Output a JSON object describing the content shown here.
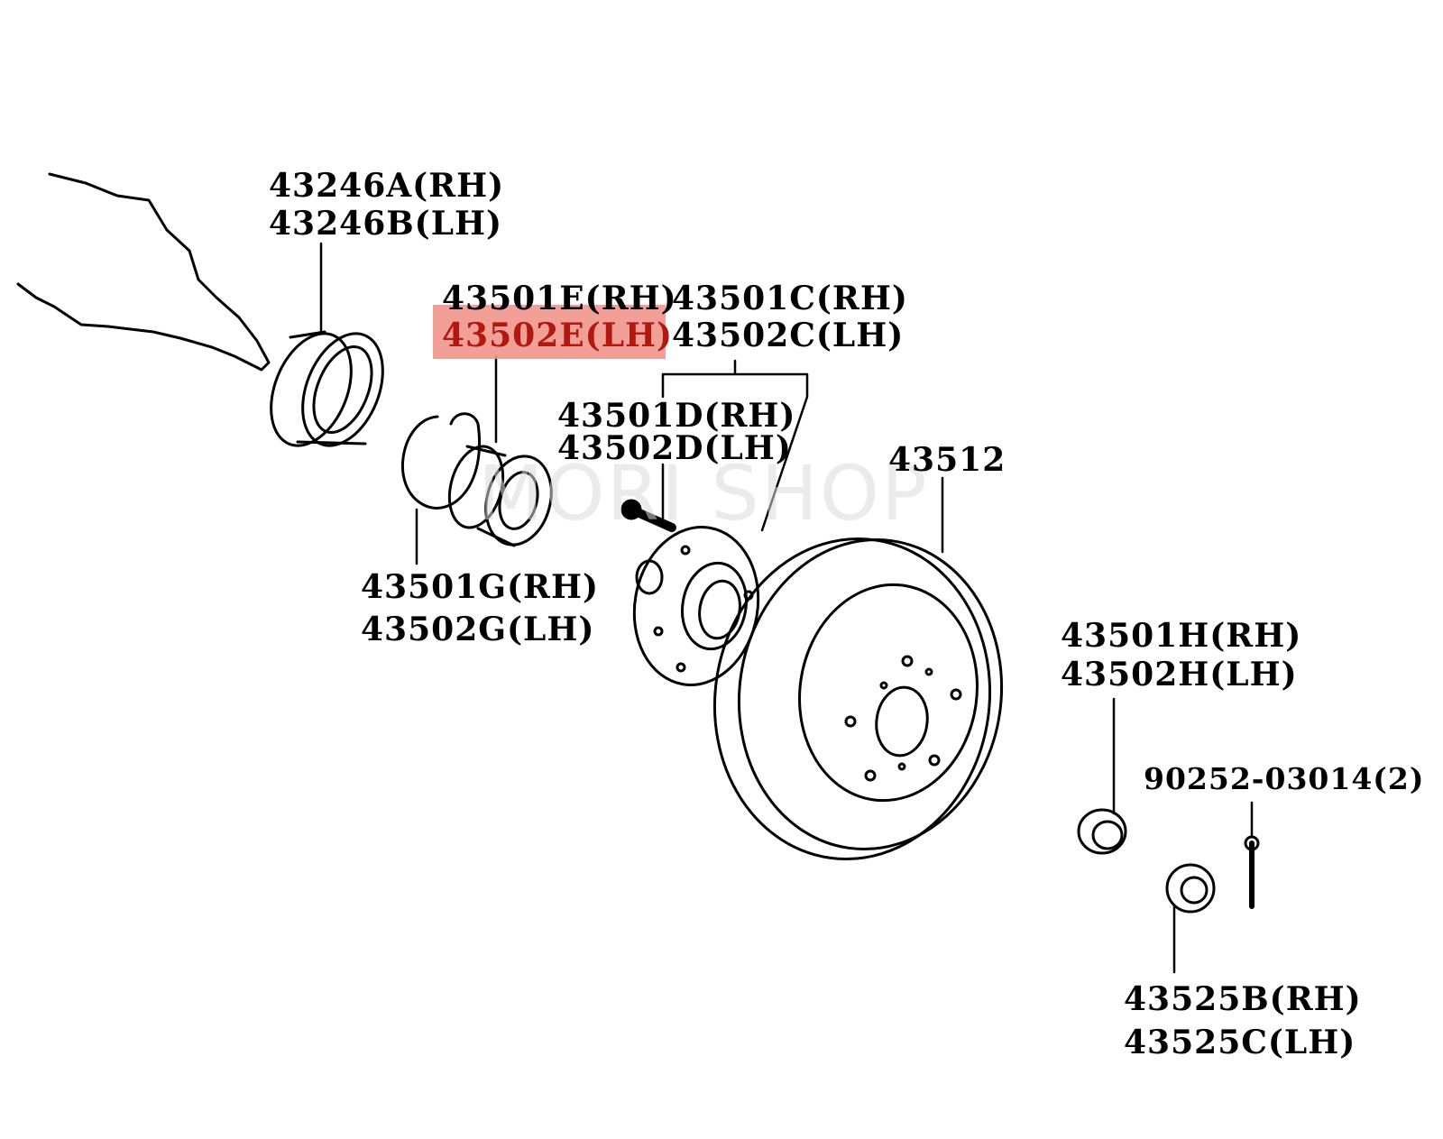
{
  "watermark": "MORI SHOP",
  "highlight_color": "#f0958c",
  "parts": {
    "p43246": [
      "43246A(RH)",
      "43246B(LH)"
    ],
    "p43501e": [
      "43501E(RH)",
      "43502E(LH)"
    ],
    "p43501c": [
      "43501C(RH)",
      "43502C(LH)"
    ],
    "p43501d": [
      "43501D(RH)",
      "43502D(LH)"
    ],
    "p43512": "43512",
    "p43501g": [
      "43501G(RH)",
      "43502G(LH)"
    ],
    "p43501h": [
      "43501H(RH)",
      "43502H(LH)"
    ],
    "p90252": "90252-03014(2)",
    "p43525": [
      "43525B(RH)",
      "43525C(LH)"
    ]
  }
}
